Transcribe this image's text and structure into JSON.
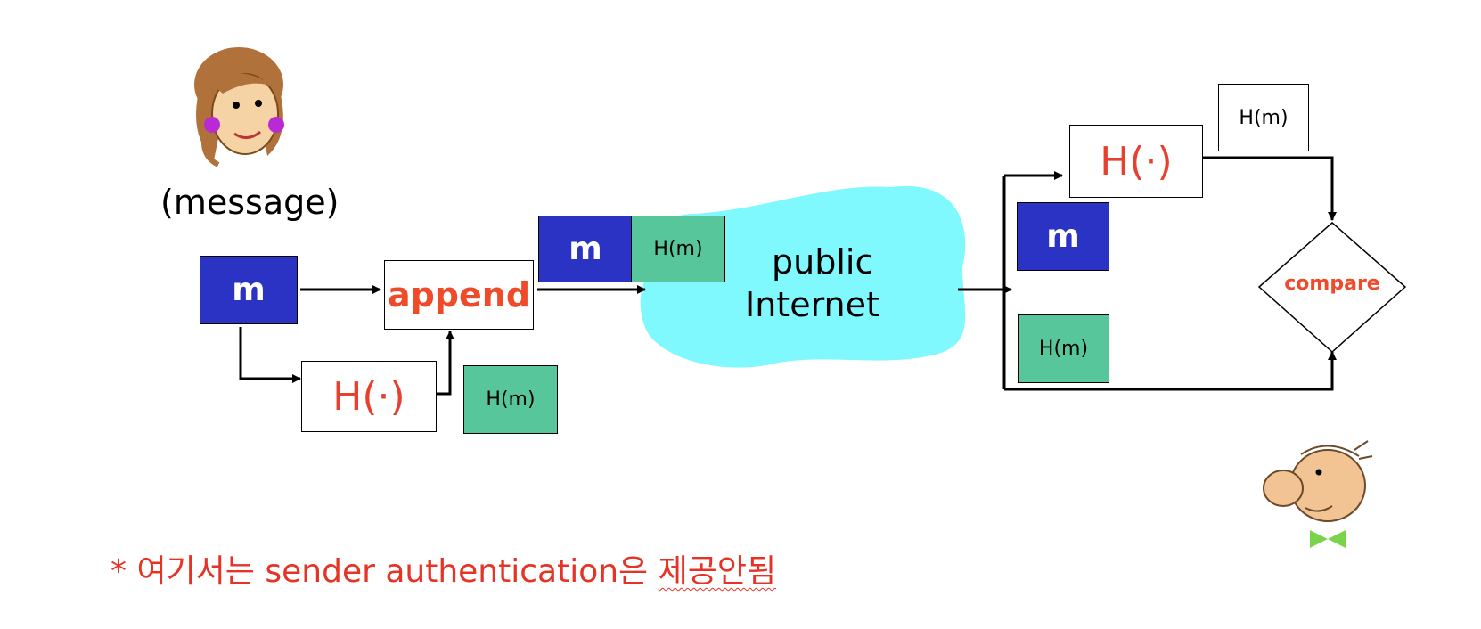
{
  "labels": {
    "message": "(message)",
    "m": "m",
    "hash_fn": "H(·)",
    "hash_value": "H(m)",
    "append": "append",
    "internet_line1": "public",
    "internet_line2": "Internet",
    "compare": "compare"
  },
  "note": {
    "prefix": "* 여기서는 sender authentication은 ",
    "underlined": "제공안됨"
  },
  "colors": {
    "message_box": "#2b33c4",
    "hash_box": "#57c79b",
    "cloud": "#7ff9fd",
    "accent_red": "#e8402e"
  },
  "icons": {
    "sender": "alice-cartoon-icon",
    "receiver": "bob-cartoon-icon"
  }
}
